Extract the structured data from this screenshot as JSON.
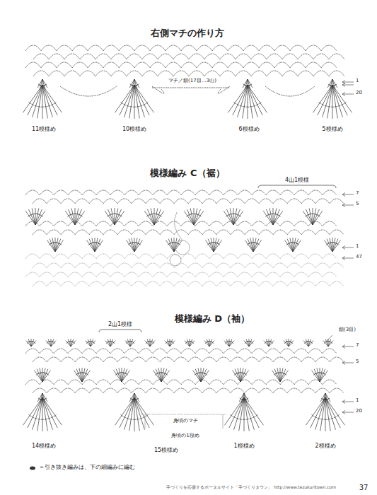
{
  "diagram": {
    "labels": [
      "右側マチの作り方",
      "マチ／鎖(17目…3山)",
      "1",
      "20",
      "11模様め",
      "10模様め",
      "6模様め",
      "5模様め",
      "模様編み C（裾）",
      "4山1模様",
      "7",
      "5",
      "1",
      "47",
      "2山1模様",
      "模様編み D（袖）",
      "鎖(3目)",
      "7",
      "5",
      "1",
      "20",
      "身頃のマチ",
      "身頃の1段め",
      "14模様め",
      "15模様め",
      "1模様め",
      "2模様め",
      "手づくりを応援するポータルサイト「手づくりタウン」 http://www.tezukuritown.com",
      "37"
    ],
    "legend": [
      {
        "text": "＝引き抜き編みは、下の細編みに編む"
      }
    ]
  }
}
